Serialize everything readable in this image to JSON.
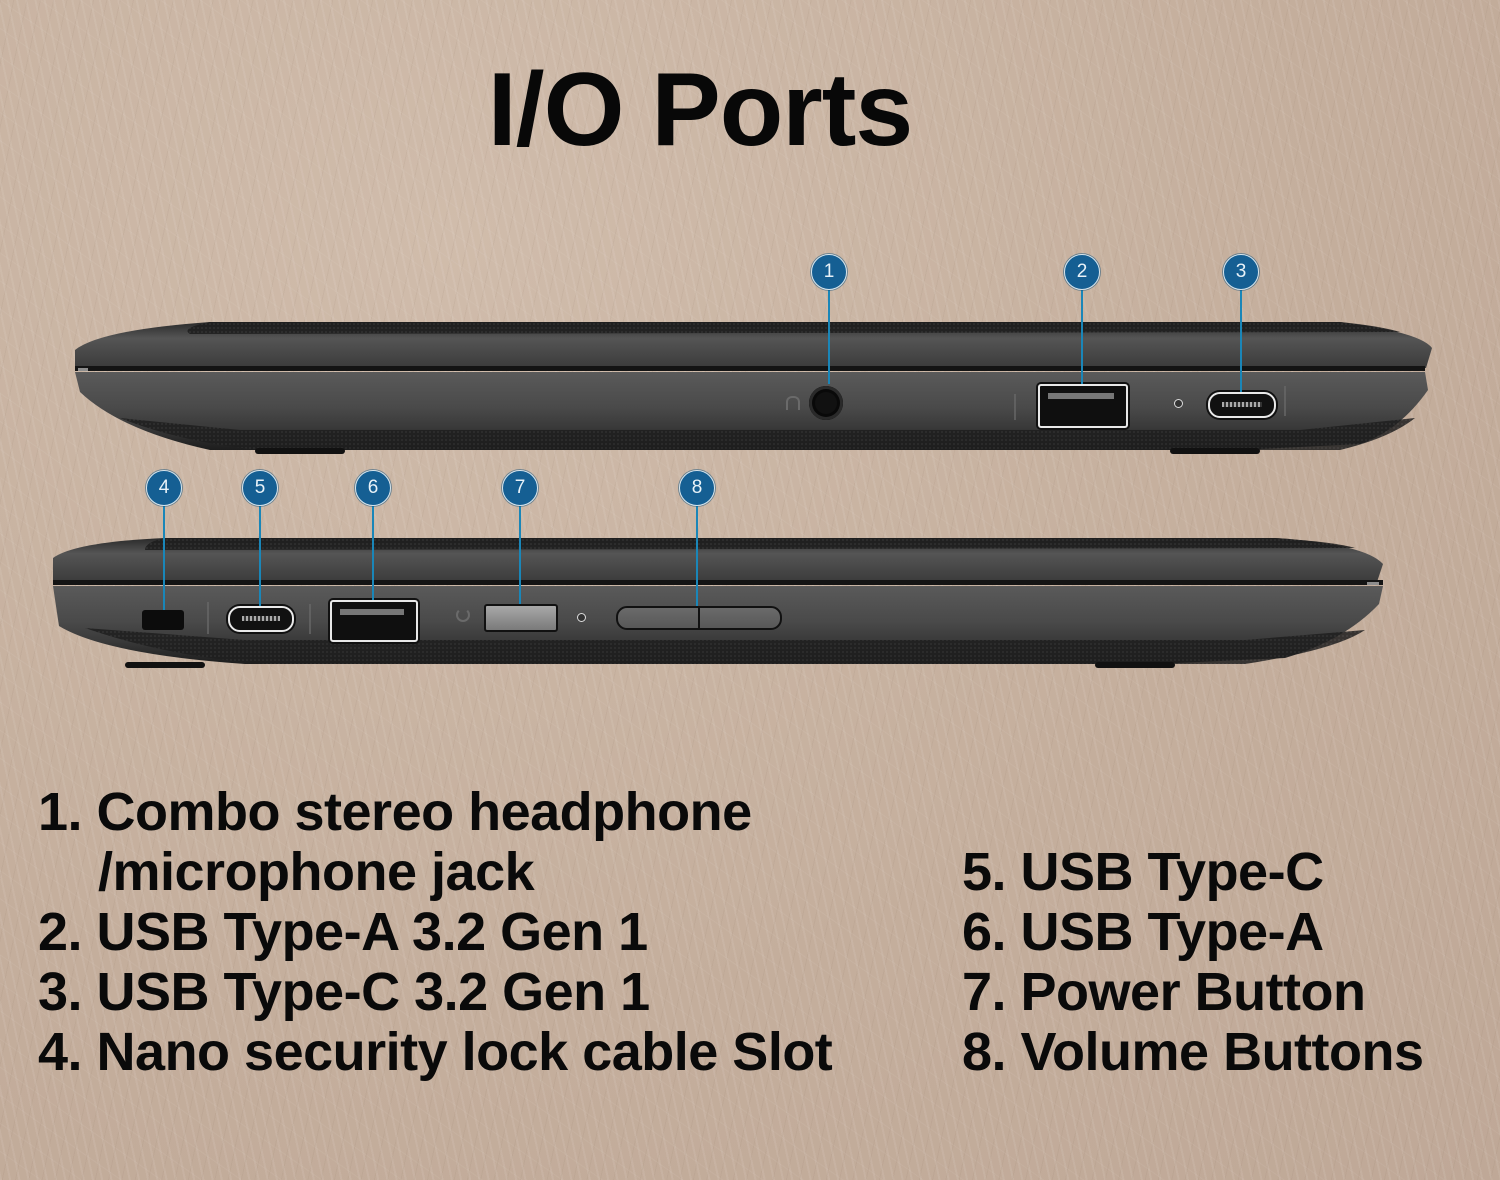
{
  "header": {
    "title": "I/O Ports"
  },
  "callouts": [
    {
      "number": "1",
      "port": "headphone-jack"
    },
    {
      "number": "2",
      "port": "usb-a-right"
    },
    {
      "number": "3",
      "port": "usb-c-right"
    },
    {
      "number": "4",
      "port": "security-lock-slot"
    },
    {
      "number": "5",
      "port": "usb-c-left"
    },
    {
      "number": "6",
      "port": "usb-a-left"
    },
    {
      "number": "7",
      "port": "power-button"
    },
    {
      "number": "8",
      "port": "volume-buttons"
    }
  ],
  "legend": {
    "left": [
      {
        "line1": "1. Combo stereo headphone",
        "line2": "/microphone jack"
      },
      {
        "line1": "2. USB Type-A 3.2 Gen 1"
      },
      {
        "line1": "3. USB Type-C 3.2 Gen 1"
      },
      {
        "line1": "4. Nano security lock cable Slot"
      }
    ],
    "right": [
      {
        "line1": "5. USB Type-C"
      },
      {
        "line1": "6. USB Type-A"
      },
      {
        "line1": "7. Power Button"
      },
      {
        "line1": "8. Volume Buttons"
      }
    ]
  },
  "colors": {
    "background": "#c8b4a2",
    "callout_fill": "#155f93",
    "leader_line": "#1a86b8",
    "laptop_body": "#4a4a4a",
    "text": "#0a0a0a"
  },
  "icons": {
    "headphone": "headphone-icon",
    "superspeed_usb": "ss-usb-logo",
    "power": "power-icon",
    "led": "led-indicator"
  }
}
